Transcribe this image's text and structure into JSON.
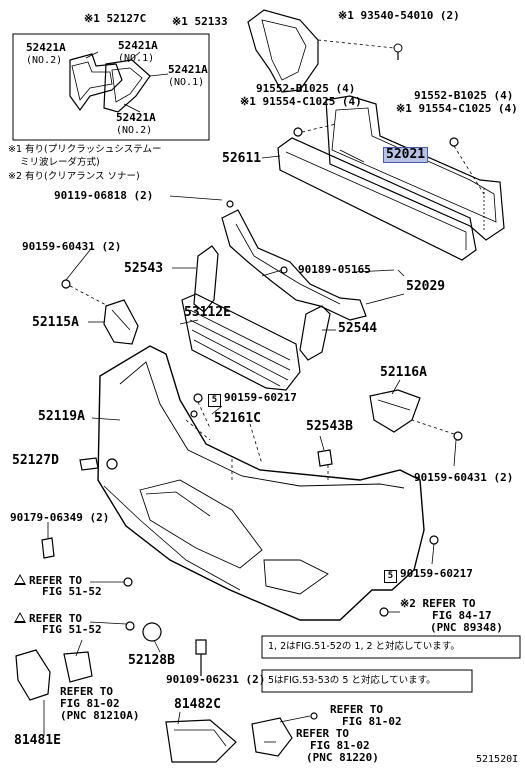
{
  "labels": {
    "p52127C": "※1 52127C",
    "p52133": "※1 52133",
    "p93540": "※1 93540-54010 (2)",
    "p52421A_tl": "52421A",
    "p52421A_tl_no": "(NO.2)",
    "p52421A_tr": "52421A",
    "p52421A_tr_no": "(NO.1)",
    "p52421A_mr": "52421A",
    "p52421A_mr_no": "(NO.1)",
    "p52421A_b": "52421A",
    "p52421A_b_no": "(NO.2)",
    "p91552_l": "91552-B1025 (4)",
    "p91554_l": "※1 91554-C1025 (4)",
    "p91552_r": "91552-B1025 (4)",
    "p91554_r": "※1 91554-C1025 (4)",
    "note1a": "※1 有り(プリクラッシュシステムー",
    "note1b": "ミリ波レーダ方式)",
    "note2": "※2 有り(クリアランス ソナー)",
    "p52611": "52611",
    "p52021": "52021",
    "p90119": "90119-06818 (2)",
    "p90159_l": "90159-60431 (2)",
    "p52543": "52543",
    "p90189": "90189-05165",
    "p52029": "52029",
    "p52115A": "52115A",
    "p53112E": "53112E",
    "p52544": "52544",
    "p52116A": "52116A",
    "p52119A": "52119A",
    "p90159_60217_a": "90159-60217",
    "p52161C": "52161C",
    "p52543B": "52543B",
    "p52127D": "52127D",
    "p90159_r": "90159-60431 (2)",
    "p90179": "90179-06349 (2)",
    "p90159_60217_b": "90159-60217",
    "ref1_a": "REFER TO",
    "ref1_b": "FIG 51-52",
    "ref2_a": "REFER TO",
    "ref2_b": "FIG 51-52",
    "ref3_a": "※2 REFER TO",
    "ref3_b": "FIG 84-17",
    "ref3_c": "(PNC 89348)",
    "p52128B": "52128B",
    "p90109": "90109-06231 (2)",
    "ref4_a": "REFER TO",
    "ref4_b": "FIG 81-02",
    "ref4_c": "(PNC 81210A)",
    "p81481E": "81481E",
    "p81482C": "81482C",
    "ref5_a": "REFER TO",
    "ref5_b": "FIG 81-02",
    "ref6_a": "REFER TO",
    "ref6_b": "FIG 81-02",
    "ref6_c": "(PNC 81220)",
    "legend1": "1, 2はFIG.51-52の 1, 2 と対応しています。",
    "legend2": "5はFIG.53-53の 5 と対応しています。",
    "fig_code": "521520I"
  },
  "marks": {
    "tri1": "1",
    "tri2": "2",
    "pent5": "5"
  }
}
